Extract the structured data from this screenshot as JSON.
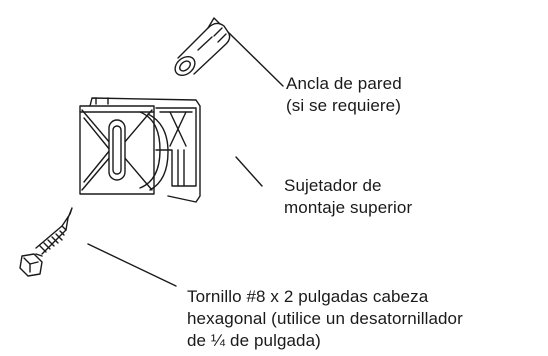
{
  "labels": {
    "anchor": [
      "Ancla de pared",
      "(si se requiere)"
    ],
    "bracket": [
      "Sujetador de",
      "montaje superior"
    ],
    "screw": [
      "Tornillo #8 x 2 pulgadas cabeza",
      "hexagonal (utilice un desatornillador",
      "de ¼ de pulgada)"
    ]
  }
}
